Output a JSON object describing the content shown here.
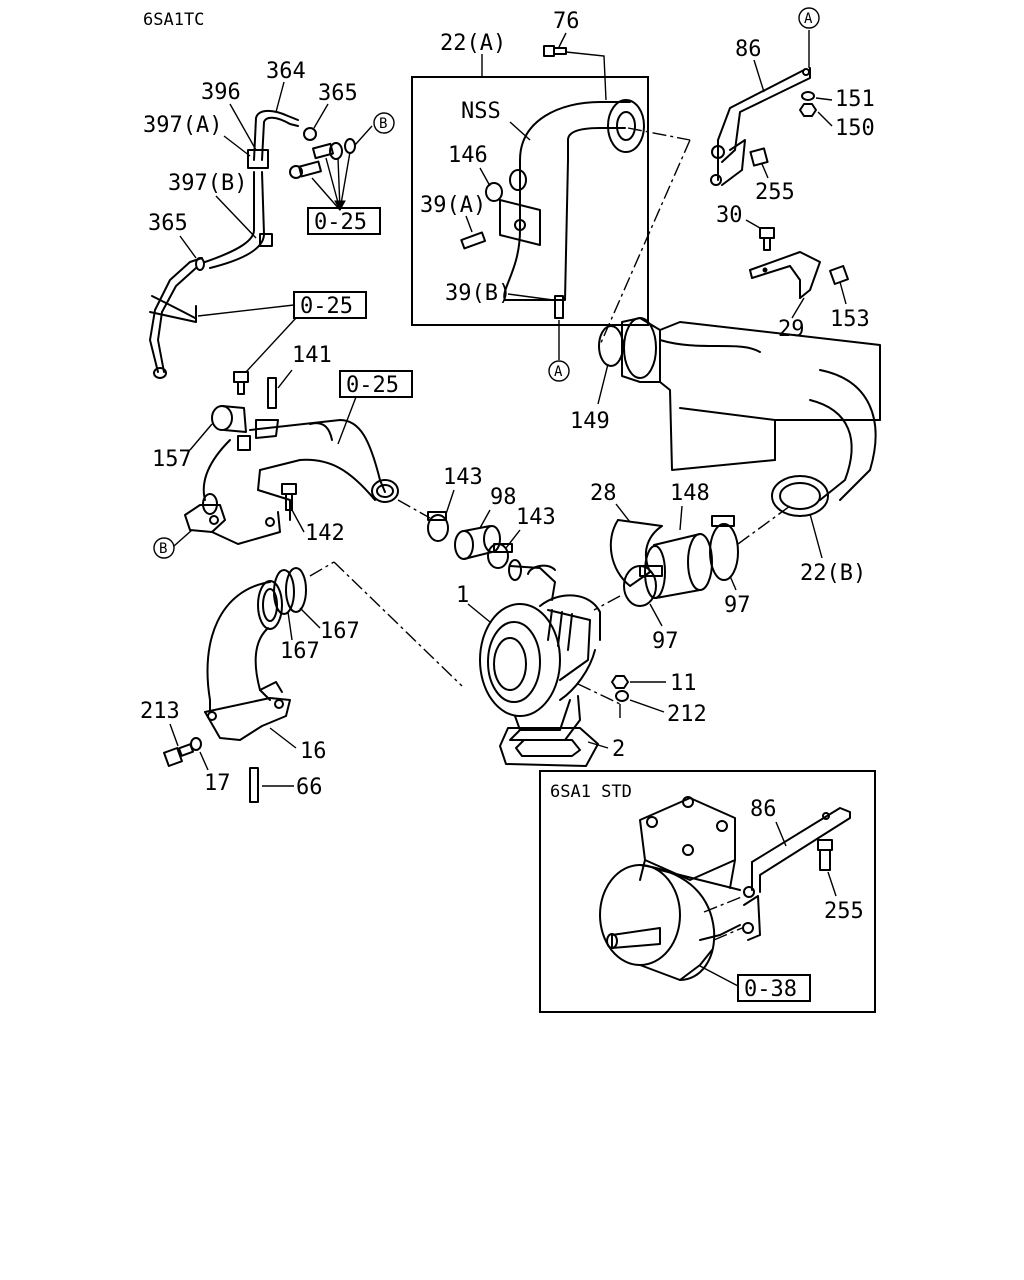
{
  "header": {
    "model": "6SA1TC"
  },
  "inset": {
    "title": "6SA1 STD"
  },
  "refs": {
    "ref_025": "0-25",
    "ref_038": "0-38"
  },
  "markers": {
    "a": "A",
    "b": "B"
  },
  "labels": {
    "p1": "1",
    "p2": "2",
    "p11": "11",
    "p16": "16",
    "p17": "17",
    "p22a": "22(A)",
    "p22b": "22(B)",
    "p28": "28",
    "p29": "29",
    "p30": "30",
    "p39a": "39(A)",
    "p39b": "39(B)",
    "p66": "66",
    "p76": "76",
    "p86": "86",
    "p97": "97",
    "p98": "98",
    "p141": "141",
    "p142": "142",
    "p143": "143",
    "p146": "146",
    "p148": "148",
    "p149": "149",
    "p150": "150",
    "p151": "151",
    "p153": "153",
    "p157": "157",
    "p167": "167",
    "p212": "212",
    "p213": "213",
    "p255": "255",
    "p364": "364",
    "p365": "365",
    "p396": "396",
    "p397a": "397(A)",
    "p397b": "397(B)",
    "nss": "NSS"
  }
}
